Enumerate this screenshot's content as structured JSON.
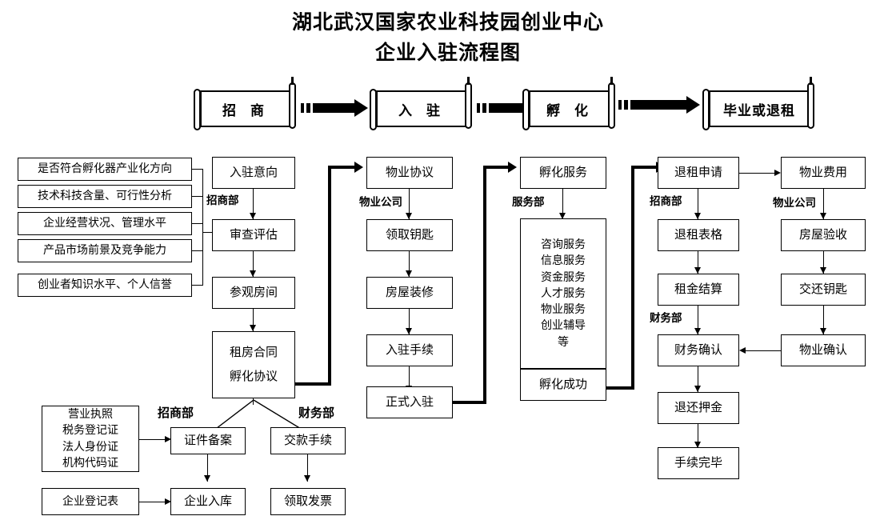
{
  "title": {
    "line1": "湖北武汉国家农业科技园创业中心",
    "line2": "企业入驻流程图"
  },
  "phases": [
    {
      "label": "招 商"
    },
    {
      "label": "入 驻"
    },
    {
      "label": "孵 化"
    },
    {
      "label": "毕业或退租"
    }
  ],
  "criteria": {
    "items": [
      "是否符合孵化器产业化方向",
      "技术科技含量、可行性分析",
      "企业经营状况、管理水平",
      "产品市场前景及竞争能力",
      "创业者知识水平、个人信誉"
    ]
  },
  "columns": {
    "recruit": {
      "dept": "招商部",
      "steps": [
        {
          "label": "入驻意向"
        },
        {
          "label": "审查评估"
        },
        {
          "label": "参观房间"
        }
      ],
      "contract": {
        "line1": "租房合同",
        "line2": "孵化协议"
      }
    },
    "settle": {
      "dept": "物业公司",
      "steps": [
        {
          "label": "物业协议"
        },
        {
          "label": "领取钥匙"
        },
        {
          "label": "房屋装修"
        },
        {
          "label": "入驻手续"
        },
        {
          "label": "正式入驻"
        }
      ]
    },
    "incubate": {
      "dept": "服务部",
      "head": "孵化服务",
      "services": [
        "咨询服务",
        "信息服务",
        "资金服务",
        "人才服务",
        "物业服务",
        "创业辅导",
        "等"
      ],
      "result": "孵化成功"
    },
    "exit": {
      "dept1": "招商部",
      "dept2": "财务部",
      "steps": [
        {
          "label": "退租申请"
        },
        {
          "label": "退租表格"
        },
        {
          "label": "租金结算"
        },
        {
          "label": "财务确认"
        },
        {
          "label": "退还押金"
        },
        {
          "label": "手续完毕"
        }
      ]
    },
    "property": {
      "dept": "物业公司",
      "steps": [
        {
          "label": "物业费用"
        },
        {
          "label": "房屋验收"
        },
        {
          "label": "交还钥匙"
        },
        {
          "label": "物业确认"
        }
      ]
    }
  },
  "bottom": {
    "documents": [
      "营业执照",
      "税务登记证",
      "法人身份证",
      "机构代码证"
    ],
    "registration_form": "企业登记表",
    "dept_recruit": "招商部",
    "dept_finance": "财务部",
    "recruit_steps": [
      {
        "label": "证件备案"
      },
      {
        "label": "企业入库"
      }
    ],
    "finance_steps": [
      {
        "label": "交款手续"
      },
      {
        "label": "领取发票"
      }
    ]
  }
}
